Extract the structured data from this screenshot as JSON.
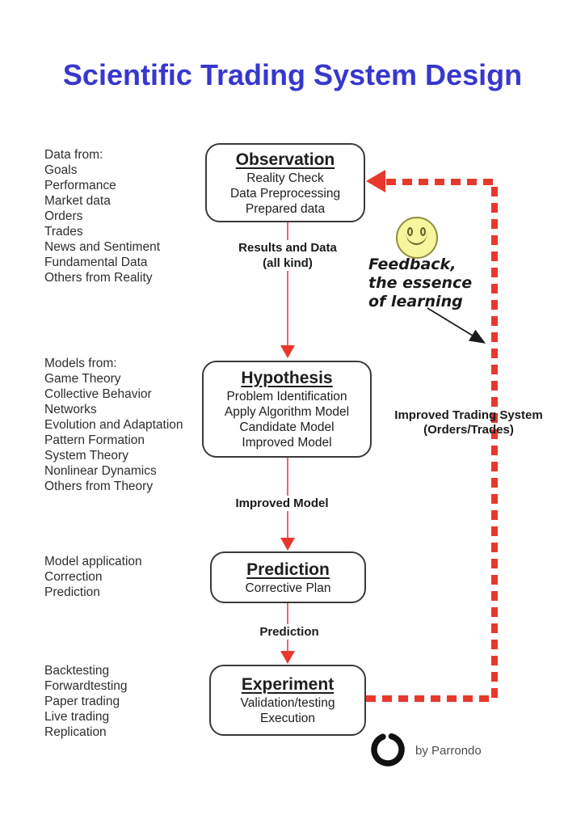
{
  "page": {
    "title": "Scientific Trading System Design"
  },
  "colors": {
    "title_blue": "#3737cf",
    "flow_dash_red": "#e8382e",
    "thin_line_red": "#f06666",
    "box_border": "#3a3a3a",
    "text_dark": "#2e2e2e",
    "smiley_fill": "#f6f69e",
    "smiley_border": "#8f8f3d"
  },
  "side_lists": [
    {
      "id": "data-sources",
      "lines": [
        "Data from:",
        "Goals",
        "Performance",
        "Market data",
        "Orders",
        "Trades",
        "News and Sentiment",
        "Fundamental Data",
        "Others from Reality"
      ]
    },
    {
      "id": "model-sources",
      "lines": [
        "Models from:",
        "Game Theory",
        "Collective Behavior",
        "Networks",
        "Evolution and Adaptation",
        "Pattern Formation",
        "System Theory",
        "Nonlinear Dynamics",
        "Others from Theory"
      ]
    },
    {
      "id": "prediction-activities",
      "lines": [
        "Model application",
        "Correction",
        "Prediction"
      ]
    },
    {
      "id": "experiment-activities",
      "lines": [
        "Backtesting",
        "Forwardtesting",
        "Paper trading",
        "Live trading",
        "Replication"
      ]
    }
  ],
  "flow_boxes": [
    {
      "id": "observation",
      "title": "Observation",
      "lines": [
        "Reality Check",
        "Data Preprocessing",
        "Prepared data"
      ]
    },
    {
      "id": "hypothesis",
      "title": "Hypothesis",
      "lines": [
        "Problem Identification",
        "Apply Algorithm Model",
        "Candidate Model",
        "Improved Model"
      ]
    },
    {
      "id": "prediction",
      "title": "Prediction",
      "lines": [
        "Corrective Plan"
      ]
    },
    {
      "id": "experiment",
      "title": "Experiment",
      "lines": [
        "Validation/testing",
        "Execution"
      ]
    }
  ],
  "arrow_labels": {
    "results_line1": "Results and Data",
    "results_line2": "(all kind)",
    "improved_model": "Improved Model",
    "prediction": "Prediction"
  },
  "feedback": {
    "caption_line1": "Feedback,",
    "caption_line2": "the essence",
    "caption_line3": "of learning",
    "loop_label_line1": "Improved Trading System",
    "loop_label_line2": "(Orders/Trades)"
  },
  "attribution": {
    "label": "by Parrondo"
  },
  "icons": {
    "smiley": "smiley-face-icon",
    "logo": "enso-brush-circle-logo"
  }
}
